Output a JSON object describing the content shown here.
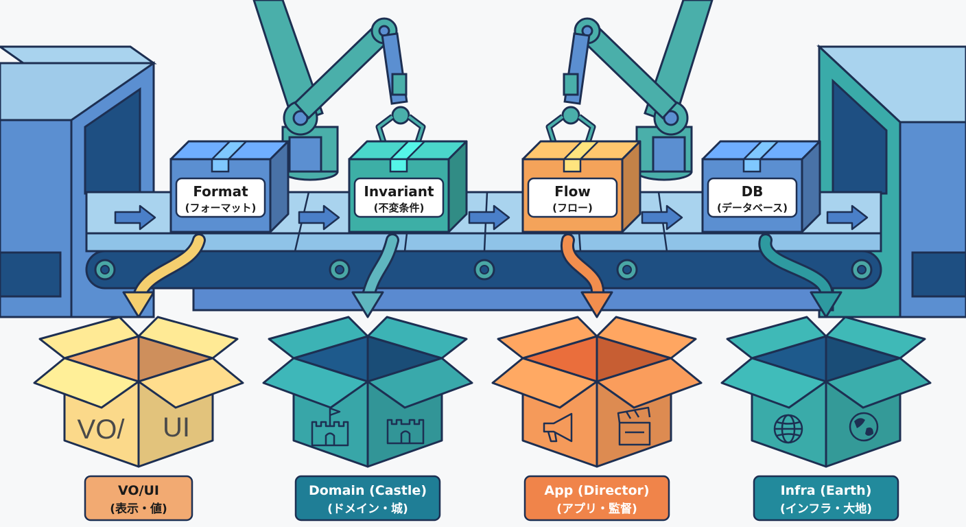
{
  "stages": [
    {
      "id": "format",
      "box_label_en": "Format",
      "box_label_jp": "(フォーマット)",
      "box_color": "#5b8fd1",
      "dest_title": "VO/UI",
      "dest_subtitle": "(表示・値)",
      "dest_face_left_text": "VO/",
      "dest_face_right_text": "UI",
      "dest_label_color": "#f2aa72",
      "dest_label_text_color": "#1a1a1a",
      "dest_box_color": "#fbd98a",
      "dest_inner_color": "#f2a86c",
      "arrow_color": "#f5cf6f",
      "left_icon": "text-VO",
      "right_icon": "text-UI"
    },
    {
      "id": "invariant",
      "box_label_en": "Invariant",
      "box_label_jp": "(不変条件)",
      "box_color": "#3dafa6",
      "dest_title": "Domain (Castle)",
      "dest_subtitle": "(ドメイン・城)",
      "dest_face_left_text": "",
      "dest_face_right_text": "",
      "dest_label_color": "#1f7e96",
      "dest_label_text_color": "#ffffff",
      "dest_box_color": "#38a6a8",
      "dest_inner_color": "#1e5a8c",
      "arrow_color": "#5fb6bf",
      "left_icon": "castle-flag-icon",
      "right_icon": "castle-icon"
    },
    {
      "id": "flow",
      "box_label_en": "Flow",
      "box_label_jp": "(フロー)",
      "box_color": "#f4a35a",
      "dest_title": "App (Director)",
      "dest_subtitle": "(アプリ・監督)",
      "dest_face_left_text": "",
      "dest_face_right_text": "",
      "dest_label_color": "#f0844a",
      "dest_label_text_color": "#ffffff",
      "dest_box_color": "#f59a5a",
      "dest_inner_color": "#ea6e3c",
      "arrow_color": "#f28e4e",
      "left_icon": "megaphone-icon",
      "right_icon": "clapperboard-icon"
    },
    {
      "id": "db",
      "box_label_en": "DB",
      "box_label_jp": "(データベース)",
      "box_color": "#5b8fd1",
      "dest_title": "Infra (Earth)",
      "dest_subtitle": "(インフラ・大地)",
      "dest_face_left_text": "",
      "dest_face_right_text": "",
      "dest_label_color": "#228a9c",
      "dest_label_text_color": "#ffffff",
      "dest_box_color": "#3aaba9",
      "dest_inner_color": "#1e5a8c",
      "arrow_color": "#2e9aa0",
      "left_icon": "globe-icon",
      "right_icon": "earth-icon"
    }
  ],
  "colors": {
    "outline": "#1d2f52",
    "belt_top": "#a9d3ee",
    "belt_dark": "#1e4f82",
    "belt_rail": "#5a8ad0",
    "machine_blue": "#5b8fd1",
    "machine_light": "#a9d3ee",
    "machine_teal": "#3aaba9",
    "robot_teal": "#4aafaa",
    "robot_blue": "#5b8fd1",
    "conveyor_arrow": "#4a7fc8",
    "roller": "#4aa7a5"
  },
  "icons": [
    "arrow-right-icon",
    "robot-arm-icon",
    "gripper-icon",
    "roller-icon"
  ]
}
